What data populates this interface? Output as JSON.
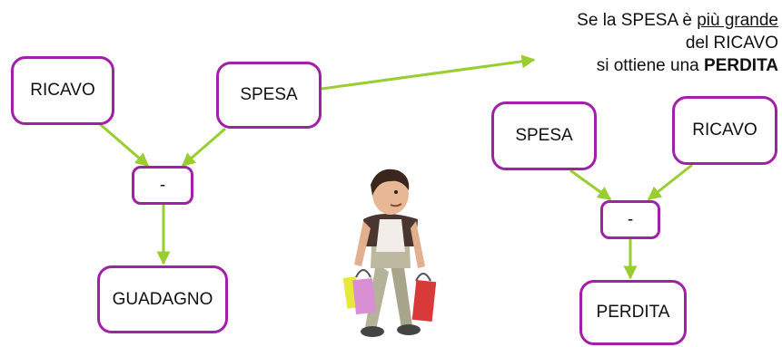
{
  "colors": {
    "box_border": "#a020a8",
    "arrow": "#9acd32"
  },
  "left_diagram": {
    "ricavo": "RICAVO",
    "spesa": "SPESA",
    "operator": "-",
    "result": "GUADAGNO"
  },
  "right_diagram": {
    "spesa": "SPESA",
    "ricavo": "RICAVO",
    "operator": "-",
    "result": "PERDITA"
  },
  "note": {
    "l1_a": "Se la SPESA è ",
    "l1_b": "più grande",
    "l2": "del RICAVO",
    "l3_a": "si ottiene una ",
    "l3_b": "PERDITA"
  },
  "illustration": {
    "icon": "shopper-with-bags-icon"
  }
}
